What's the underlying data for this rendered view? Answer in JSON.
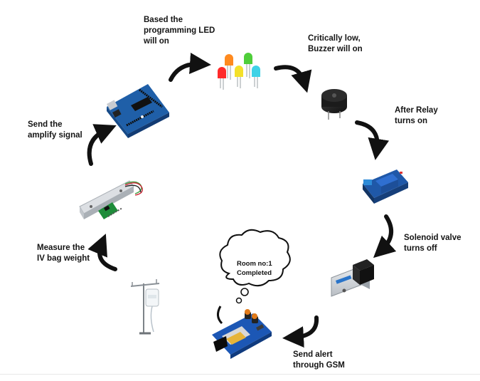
{
  "steps": [
    {
      "label_1": "Based the",
      "label_2": "programming LED",
      "label_3": "will on"
    },
    {
      "label_1": "Critically low,",
      "label_2": "Buzzer will on"
    },
    {
      "label_1": "After Relay",
      "label_2": "turns on"
    },
    {
      "label_1": "Solenoid valve",
      "label_2": "turns off"
    },
    {
      "label_1": "Send alert",
      "label_2": "through GSM"
    },
    {
      "label_1": "Measure the",
      "label_2": "IV bag weight"
    },
    {
      "label_1": "Send the",
      "label_2": "amplify signal"
    }
  ],
  "cloud": {
    "line_1": "Room no:1",
    "line_2": "Completed"
  },
  "colors": {
    "arrow": "#111111",
    "board_blue": "#1f5fa8",
    "relay_blue": "#2b6fc0",
    "gsm_blue": "#1c57b5",
    "led_orange": "#ff8a1f",
    "led_red": "#ff2a2a",
    "led_green": "#4fce3a",
    "led_yellow": "#f4e02a",
    "led_cyan": "#3fd2e6"
  },
  "icons": [
    "arduino-board",
    "led-cluster",
    "buzzer",
    "relay-module",
    "solenoid-valve",
    "gsm-module",
    "iv-stand",
    "load-cell-hx711"
  ]
}
